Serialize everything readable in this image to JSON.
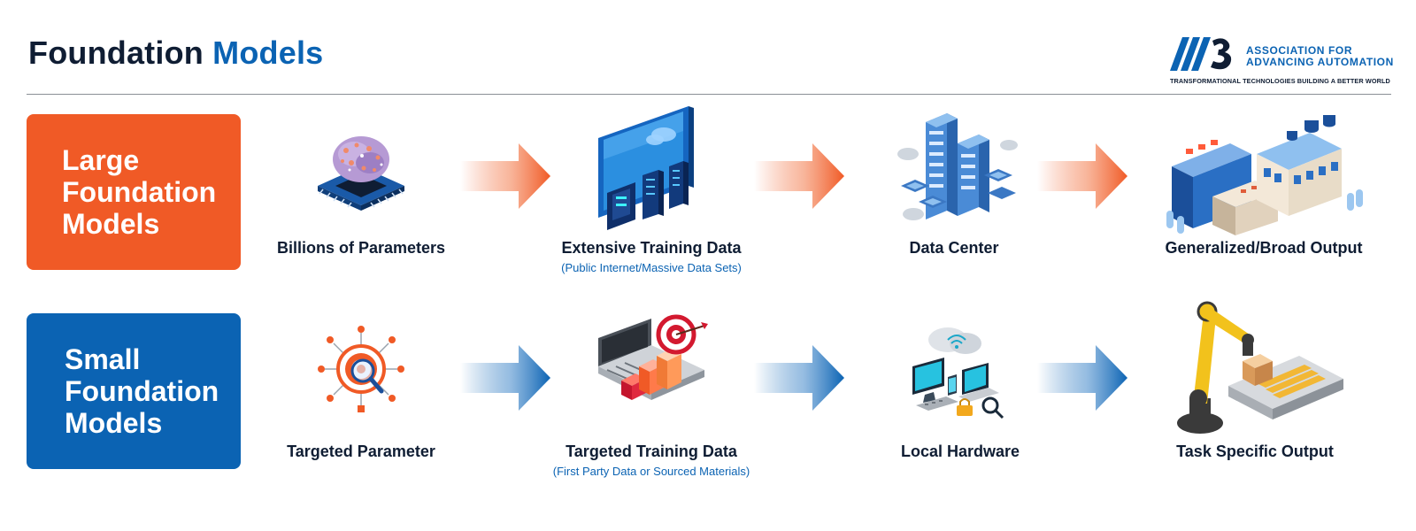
{
  "header": {
    "title_part1": "Foundation",
    "title_part2": "Models"
  },
  "logo": {
    "mark": "A3",
    "line1": "ASSOCIATION FOR",
    "line2": "ADVANCING AUTOMATION",
    "tagline": "TRANSFORMATIONAL TECHNOLOGIES BUILDING A BETTER WORLD"
  },
  "colors": {
    "orange": "#f05a26",
    "blue": "#0b63b3",
    "navy": "#0f1d33"
  },
  "rows": [
    {
      "label_lines": [
        "Large",
        "Foundation",
        "Models"
      ],
      "steps": [
        {
          "label": "Billions of Parameters",
          "sub": "",
          "icon": "chip-brain-icon"
        },
        {
          "label": "Extensive Training Data",
          "sub": "(Public Internet/Massive Data Sets)",
          "icon": "monitor-servers-icon"
        },
        {
          "label": "Data Center",
          "sub": "",
          "icon": "data-center-icon"
        },
        {
          "label": "Generalized/Broad Output",
          "sub": "",
          "icon": "factory-icon"
        }
      ]
    },
    {
      "label_lines": [
        "Small",
        "Foundation",
        "Models"
      ],
      "steps": [
        {
          "label": "Targeted Parameter",
          "sub": "",
          "icon": "target-magnifier-icon"
        },
        {
          "label": "Targeted Training Data",
          "sub": "(First Party Data or Sourced Materials)",
          "icon": "laptop-chart-target-icon"
        },
        {
          "label": "Local Hardware",
          "sub": "",
          "icon": "local-devices-icon"
        },
        {
          "label": "Task Specific Output",
          "sub": "",
          "icon": "robot-arm-icon"
        }
      ]
    }
  ]
}
